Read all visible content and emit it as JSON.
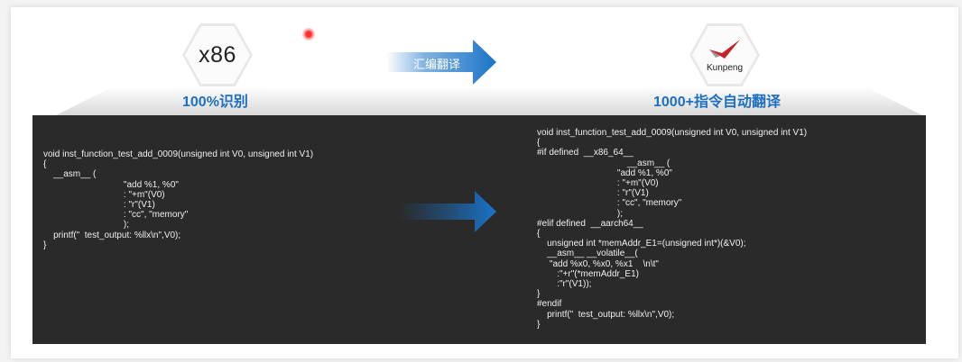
{
  "colors": {
    "caption": "#1e6fc0",
    "panel": "#2a2a2a",
    "arrow": "#1a73c8"
  },
  "left": {
    "badge": "x86",
    "caption": "100%识别",
    "code": "void inst_function_test_add_0009(unsigned int V0, unsigned int V1)\n{\n    __asm__ (\n                                \"add %1, %0\"\n                                : \"+m\"(V0)\n                                : \"r\"(V1)\n                                : \"cc\", \"memory\"\n                                );\n    printf(\"  test_output: %llx\\n\",V0);\n}"
  },
  "middle": {
    "arrow_label": "汇编翻译",
    "icons": [
      "red-dot-icon",
      "right-arrow-icon"
    ]
  },
  "right": {
    "badge": "Kunpeng",
    "caption": "1000+指令自动翻译",
    "code": "void inst_function_test_add_0009(unsigned int V0, unsigned int V1)\n{\n#if defined  __x86_64__\n                                    __asm__ (\n                                \"add %1, %0\"\n                                : \"+m\"(V0)\n                                : \"r\"(V1)\n                                : \"cc\", \"memory\"\n                                );\n#elif defined  __aarch64__\n{\n    unsigned int *memAddr_E1=(unsigned int*)(&V0);\n    __asm__ __volatile__(\n     \"add %x0, %x0, %x1    \\n\\t\"\n        :\"+r\"(*memAddr_E1)\n        :\"r\"(V1));\n}\n#endif\n    printf(\"  test_output: %llx\\n\",V0);\n}"
  }
}
